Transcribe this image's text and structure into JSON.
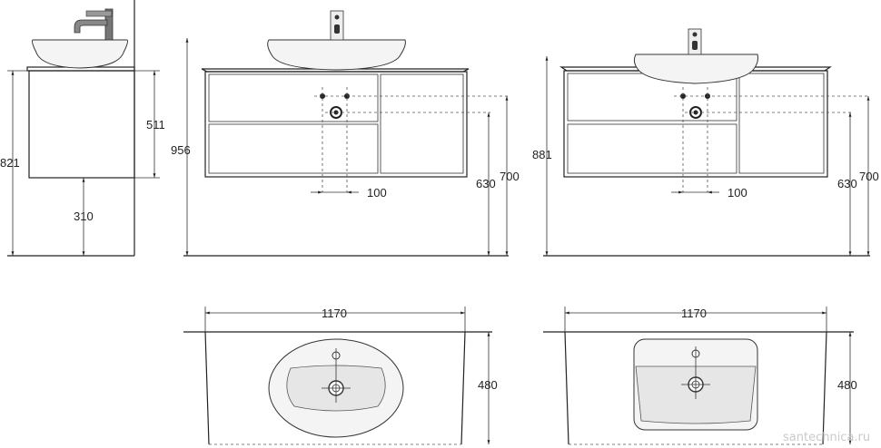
{
  "dimensions": {
    "side_total_height": "821",
    "side_cabinet_height": "511",
    "side_floor_clearance": "310",
    "front1_total_height": "956",
    "front1_drain_height": "630",
    "front1_tap_height": "700",
    "front1_holes_spacing": "100",
    "front2_total_height": "881",
    "front2_drain_height": "630",
    "front2_tap_height": "700",
    "front2_holes_spacing": "100",
    "top1_width": "1170",
    "top1_depth": "480",
    "top2_width": "1170",
    "top2_depth": "480"
  },
  "watermark": "santechnica.ru"
}
